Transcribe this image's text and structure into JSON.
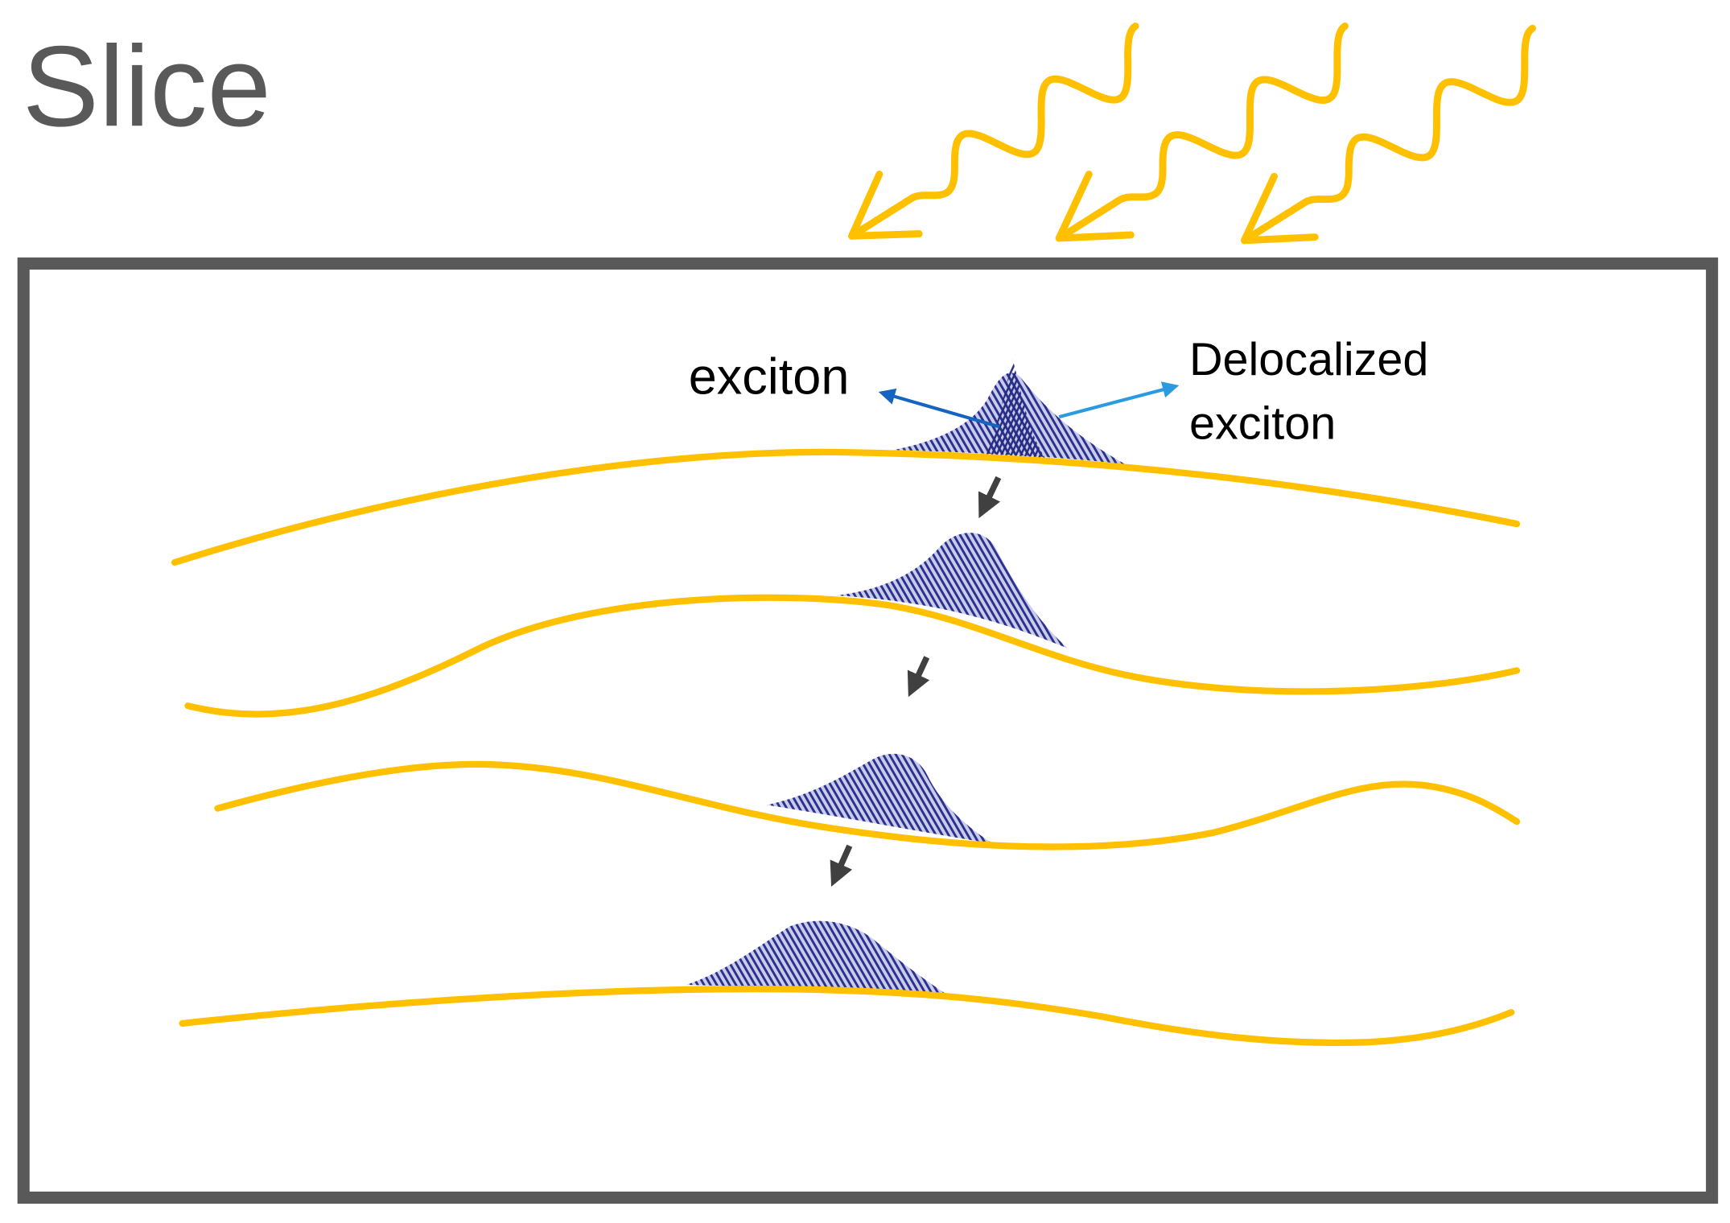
{
  "title": "Slice",
  "labels": {
    "exciton": "exciton",
    "delocalized_line1": "Delocalized",
    "delocalized_line2": "exciton"
  },
  "colors": {
    "title": "#595959",
    "frame": "#595959",
    "chain": "#FFC000",
    "photon": "#FFC000",
    "exciton_arrow": "#1565C0",
    "delocalized_arrow": "#2A9BE0"
  }
}
